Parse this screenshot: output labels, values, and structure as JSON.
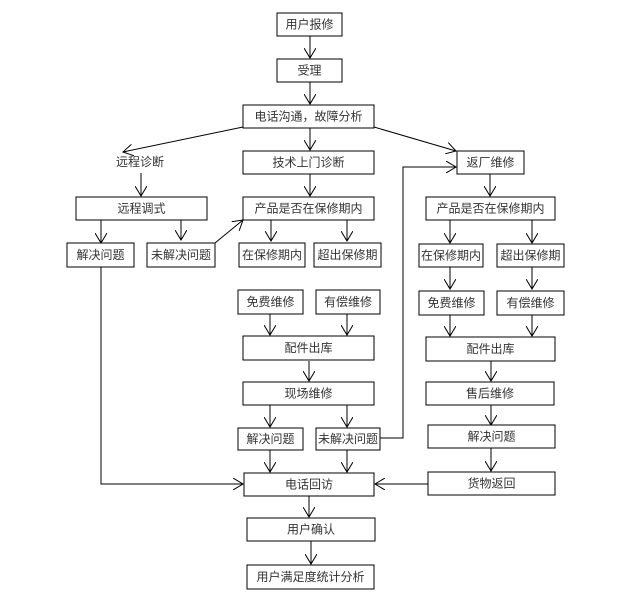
{
  "diagram": {
    "type": "flowchart",
    "nodes": {
      "report": "用户报修",
      "accept": "受理",
      "phone_analysis": "电话沟通，故障分析",
      "remote_diag": "远程诊断",
      "onsite_diag": "技术上门诊断",
      "return_factory": "返厂维修",
      "remote_debug": "远程调式",
      "warranty_check_mid": "产品是否在保修期内",
      "warranty_check_right": "产品是否在保修期内",
      "remote_solved": "解决问题",
      "remote_unsolved": "未解决问题",
      "in_warranty_mid": "在保修期内",
      "out_warranty_mid": "超出保修期",
      "in_warranty_right": "在保修期内",
      "out_warranty_right": "超出保修期",
      "free_repair_mid": "免费维修",
      "paid_repair_mid": "有偿维修",
      "free_repair_right": "免费维修",
      "paid_repair_right": "有偿维修",
      "parts_out_mid": "配件出库",
      "parts_out_right": "配件出库",
      "onsite_repair": "现场维修",
      "aftersale_repair": "售后维修",
      "onsite_solved": "解决问题",
      "onsite_unsolved": "未解决问题",
      "factory_solved": "解决问题",
      "goods_return": "货物返回",
      "phone_followup": "电话回访",
      "user_confirm": "用户确认",
      "satisfaction": "用户满足度统计分析"
    }
  }
}
